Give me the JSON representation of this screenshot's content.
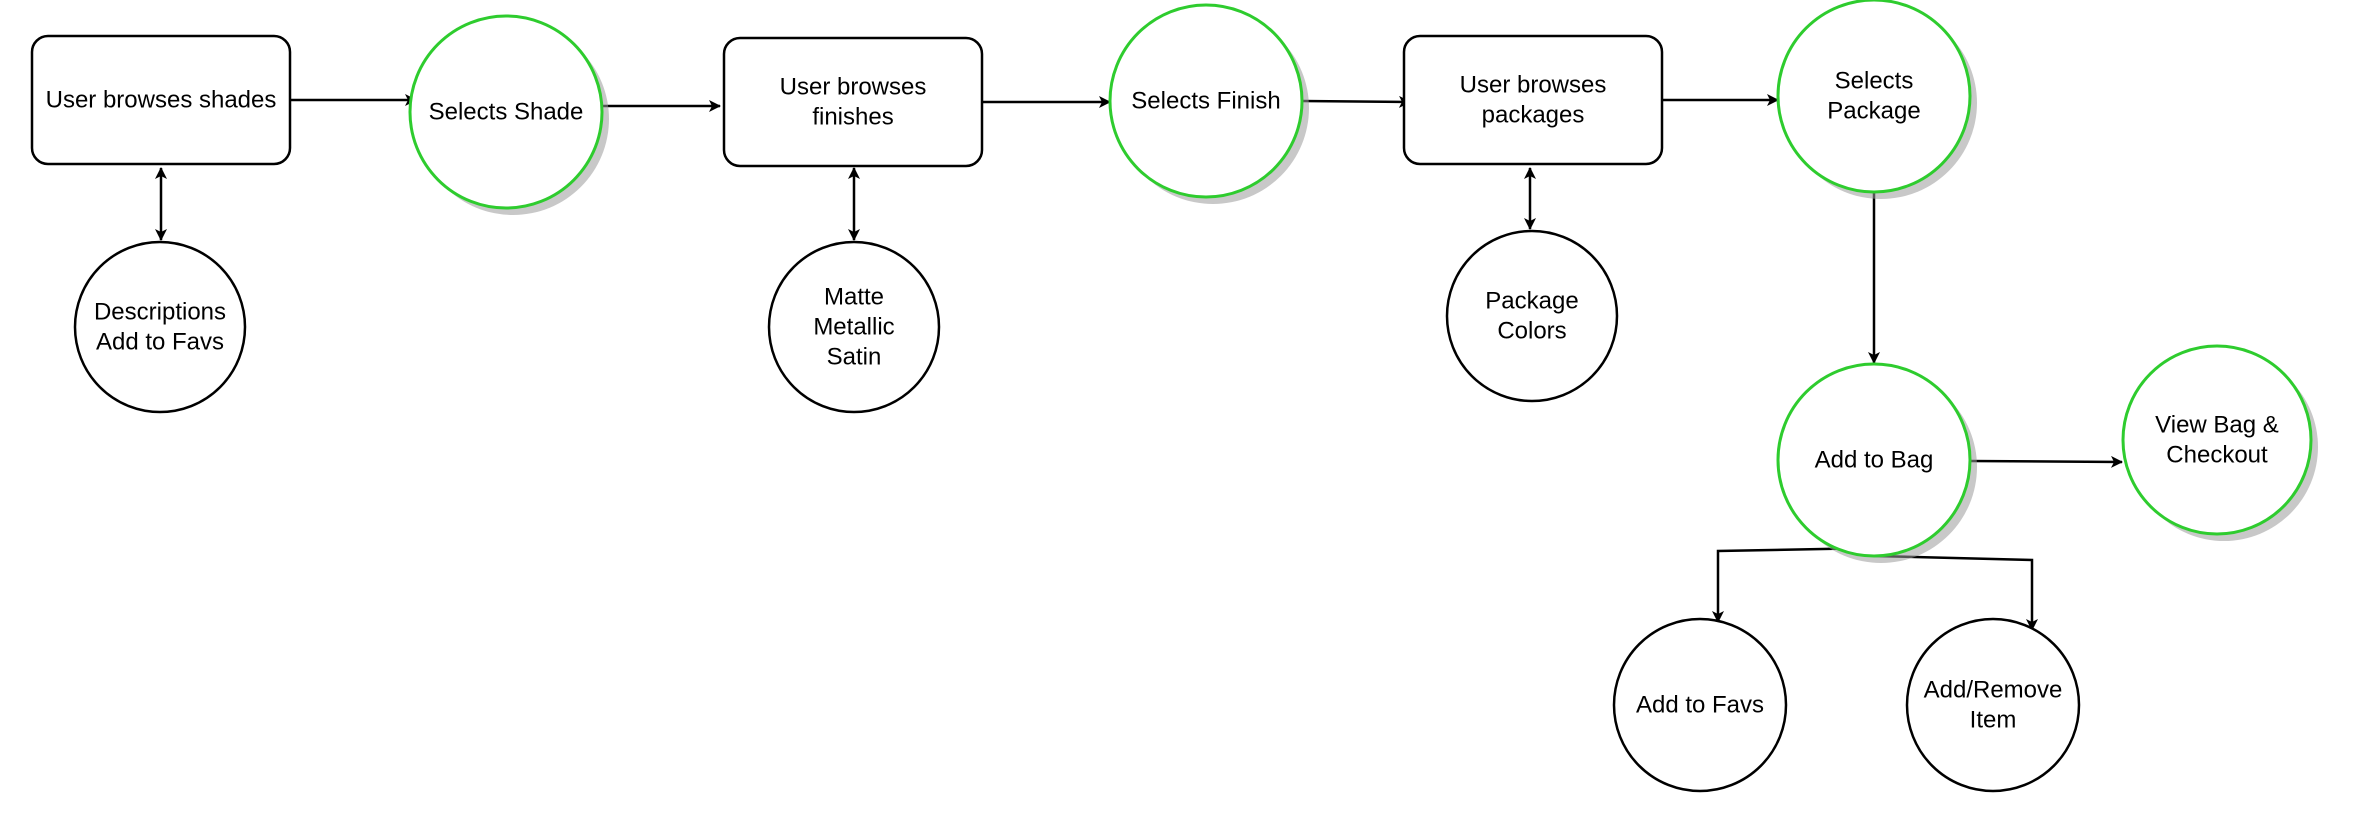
{
  "colors": {
    "background": "#ffffff",
    "stroke": "#000000",
    "selected_stroke": "#2ecc2e",
    "shadow": "#9a9a9a"
  },
  "nodes": {
    "browse_shades": {
      "kind": "process",
      "lines": [
        "User browses shades"
      ]
    },
    "select_shade": {
      "kind": "selection",
      "lines": [
        "Selects Shade"
      ]
    },
    "browse_finishes": {
      "kind": "process",
      "lines": [
        "User browses",
        "finishes"
      ]
    },
    "select_finish": {
      "kind": "selection",
      "lines": [
        "Selects Finish"
      ]
    },
    "browse_packages": {
      "kind": "process",
      "lines": [
        "User browses",
        "packages"
      ]
    },
    "select_package": {
      "kind": "selection",
      "lines": [
        "Selects",
        "Package"
      ]
    },
    "shade_options": {
      "kind": "option",
      "lines": [
        "Descriptions",
        "Add to Favs"
      ]
    },
    "finish_options": {
      "kind": "option",
      "lines": [
        "Matte",
        "Metallic",
        "Satin"
      ]
    },
    "package_options": {
      "kind": "option",
      "lines": [
        "Package",
        "Colors"
      ]
    },
    "add_to_bag": {
      "kind": "selection",
      "lines": [
        "Add to Bag"
      ]
    },
    "view_bag_checkout": {
      "kind": "selection",
      "lines": [
        "View Bag &",
        "Checkout"
      ]
    },
    "add_to_favs": {
      "kind": "option",
      "lines": [
        "Add to Favs"
      ]
    },
    "add_remove_item": {
      "kind": "option",
      "lines": [
        "Add/Remove",
        "Item"
      ]
    }
  },
  "edges": [
    {
      "from": "browse_shades",
      "to": "select_shade",
      "direction": "forward"
    },
    {
      "from": "select_shade",
      "to": "browse_finishes",
      "direction": "forward"
    },
    {
      "from": "browse_finishes",
      "to": "select_finish",
      "direction": "forward"
    },
    {
      "from": "select_finish",
      "to": "browse_packages",
      "direction": "forward"
    },
    {
      "from": "browse_packages",
      "to": "select_package",
      "direction": "forward"
    },
    {
      "from": "browse_shades",
      "to": "shade_options",
      "direction": "both"
    },
    {
      "from": "browse_finishes",
      "to": "finish_options",
      "direction": "both"
    },
    {
      "from": "browse_packages",
      "to": "package_options",
      "direction": "both"
    },
    {
      "from": "select_package",
      "to": "add_to_bag",
      "direction": "forward"
    },
    {
      "from": "add_to_bag",
      "to": "view_bag_checkout",
      "direction": "forward"
    },
    {
      "from": "add_to_bag",
      "to": "add_to_favs",
      "direction": "forward"
    },
    {
      "from": "add_to_bag",
      "to": "add_remove_item",
      "direction": "forward"
    }
  ]
}
